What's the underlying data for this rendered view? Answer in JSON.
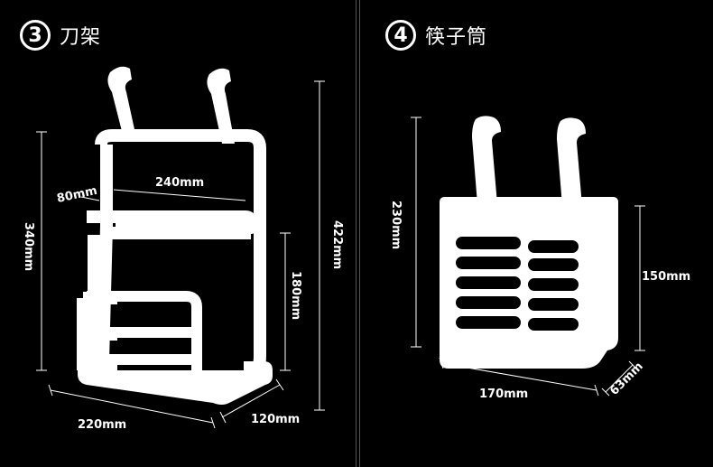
{
  "left": {
    "number": "3",
    "title": "刀架",
    "dims": {
      "width_top": "240mm",
      "depth_small": "80mm",
      "height_total": "340mm",
      "height_full": "422mm",
      "inner_height": "180mm",
      "base_width": "220mm",
      "base_depth": "120mm"
    }
  },
  "right": {
    "number": "4",
    "title": "筷子筒",
    "dims": {
      "height_total": "230mm",
      "inner_height": "150mm",
      "width": "170mm",
      "depth": "63mm"
    }
  }
}
